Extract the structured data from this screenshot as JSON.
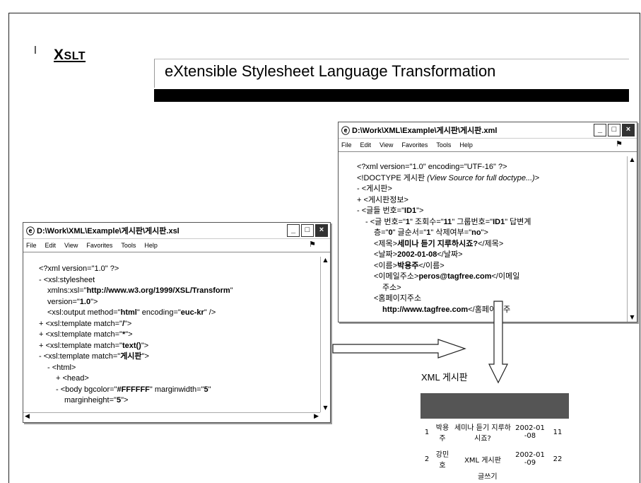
{
  "slide": {
    "bullet": "l",
    "title_big": "X",
    "title_small": "SLT",
    "subtitle": "eXtensible Stylesheet Language Transformation"
  },
  "xml_window": {
    "title": "D:\\Work\\XML\\Example\\게시판\\게시판.xml",
    "menu": [
      "File",
      "Edit",
      "View",
      "Favorites",
      "Tools",
      "Help"
    ],
    "lines": [
      {
        "indent": 0,
        "segs": [
          {
            "t": "<?xml version=\"1.0\" encoding=\"UTF-16\" ?>"
          }
        ]
      },
      {
        "indent": 0,
        "segs": [
          {
            "t": "<!DOCTYPE 게시판 "
          },
          {
            "t": "(View Source for full doctype...)",
            "s": "i"
          },
          {
            "t": ">"
          }
        ]
      },
      {
        "indent": -1,
        "segs": [
          {
            "t": "- <게시판>"
          }
        ]
      },
      {
        "indent": 0,
        "segs": [
          {
            "t": "+ <게시판정보>"
          }
        ]
      },
      {
        "indent": 0,
        "segs": [
          {
            "t": "- <글들 번호=\""
          },
          {
            "t": "ID1",
            "s": "b"
          },
          {
            "t": "\">"
          }
        ]
      },
      {
        "indent": 1,
        "segs": [
          {
            "t": "- <글 번호=\""
          },
          {
            "t": "1",
            "s": "b"
          },
          {
            "t": "\" 조회수=\""
          },
          {
            "t": "11",
            "s": "b"
          },
          {
            "t": "\" 그룹번호=\""
          },
          {
            "t": "ID1",
            "s": "b"
          },
          {
            "t": "\" 답변계"
          }
        ]
      },
      {
        "indent": 2,
        "segs": [
          {
            "t": "층=\""
          },
          {
            "t": "0",
            "s": "b"
          },
          {
            "t": "\" 글순서=\""
          },
          {
            "t": "1",
            "s": "b"
          },
          {
            "t": "\" 삭제여부=\""
          },
          {
            "t": "no",
            "s": "b"
          },
          {
            "t": "\">"
          }
        ]
      },
      {
        "indent": 2,
        "segs": [
          {
            "t": "<제목>"
          },
          {
            "t": "세미나 듣기 지루하시죠?",
            "s": "b"
          },
          {
            "t": "</제목>"
          }
        ]
      },
      {
        "indent": 2,
        "segs": [
          {
            "t": "<날짜>"
          },
          {
            "t": "2002-01-08",
            "s": "b"
          },
          {
            "t": "</날짜>"
          }
        ]
      },
      {
        "indent": 2,
        "segs": [
          {
            "t": "<이름>"
          },
          {
            "t": "박용주",
            "s": "b"
          },
          {
            "t": "</이름>"
          }
        ]
      },
      {
        "indent": 2,
        "segs": [
          {
            "t": "<이메일주소>"
          },
          {
            "t": "peros@tagfree.com",
            "s": "b"
          },
          {
            "t": "</이메일"
          }
        ]
      },
      {
        "indent": 3,
        "segs": [
          {
            "t": "주소>"
          }
        ]
      },
      {
        "indent": 2,
        "segs": [
          {
            "t": "<홈페이지주소"
          }
        ]
      },
      {
        "indent": 3,
        "segs": [
          {
            "t": "http://www.tagfree.com",
            "s": "b"
          },
          {
            "t": "</홈페이지주"
          }
        ]
      }
    ]
  },
  "xsl_window": {
    "title": "D:\\Work\\XML\\Example\\게시판\\게시판.xsl",
    "menu": [
      "File",
      "Edit",
      "View",
      "Favorites",
      "Tools",
      "Help"
    ],
    "lines": [
      {
        "indent": 0,
        "segs": [
          {
            "t": "<?xml version=\"1.0\" ?>"
          }
        ]
      },
      {
        "indent": 0,
        "segs": [
          {
            "t": "- <xsl:stylesheet"
          }
        ]
      },
      {
        "indent": 1,
        "segs": [
          {
            "t": "xmlns:xsl=\""
          },
          {
            "t": "http://www.w3.org/1999/XSL/Transform",
            "s": "b"
          },
          {
            "t": "\""
          }
        ]
      },
      {
        "indent": 1,
        "segs": [
          {
            "t": "version=\""
          },
          {
            "t": "1.0",
            "s": "b"
          },
          {
            "t": "\">"
          }
        ]
      },
      {
        "indent": 1,
        "segs": [
          {
            "t": "<xsl:output method=\""
          },
          {
            "t": "html",
            "s": "b"
          },
          {
            "t": "\" encoding=\""
          },
          {
            "t": "euc-kr",
            "s": "b"
          },
          {
            "t": "\" />"
          }
        ]
      },
      {
        "indent": 0,
        "segs": [
          {
            "t": "+ <xsl:template match=\""
          },
          {
            "t": "/",
            "s": "b"
          },
          {
            "t": "\">"
          }
        ]
      },
      {
        "indent": 0,
        "segs": [
          {
            "t": "+ <xsl:template match=\""
          },
          {
            "t": "*",
            "s": "b"
          },
          {
            "t": "\">"
          }
        ]
      },
      {
        "indent": 0,
        "segs": [
          {
            "t": "+ <xsl:template match=\""
          },
          {
            "t": "text()",
            "s": "b"
          },
          {
            "t": "\">"
          }
        ]
      },
      {
        "indent": 0,
        "segs": [
          {
            "t": "- <xsl:template match=\""
          },
          {
            "t": "게시판",
            "s": "b"
          },
          {
            "t": "\">"
          }
        ]
      },
      {
        "indent": 1,
        "segs": [
          {
            "t": "- <html>"
          }
        ]
      },
      {
        "indent": 2,
        "segs": [
          {
            "t": "+ <head>"
          }
        ]
      },
      {
        "indent": 2,
        "segs": [
          {
            "t": "- <body bgcolor=\""
          },
          {
            "t": "#FFFFFF",
            "s": "b"
          },
          {
            "t": "\" marginwidth=\""
          },
          {
            "t": "5",
            "s": "b"
          },
          {
            "t": "\""
          }
        ]
      },
      {
        "indent": 3,
        "segs": [
          {
            "t": "marginheight=\""
          },
          {
            "t": "5",
            "s": "b"
          },
          {
            "t": "\">"
          }
        ]
      }
    ]
  },
  "result": {
    "label": "XML 게시판",
    "rows": [
      {
        "num": "1",
        "name": "박용주",
        "title": "세미나 듣기 지루하시죠?",
        "date": "2002-01-08",
        "views": "11"
      },
      {
        "num": "2",
        "name": "강민호",
        "title": "XML 게시판",
        "date": "2002-01-09",
        "views": "22"
      }
    ],
    "write_link": "글쓰기"
  },
  "colors": {
    "title_bar": "#000000",
    "table_header": "#555555"
  }
}
